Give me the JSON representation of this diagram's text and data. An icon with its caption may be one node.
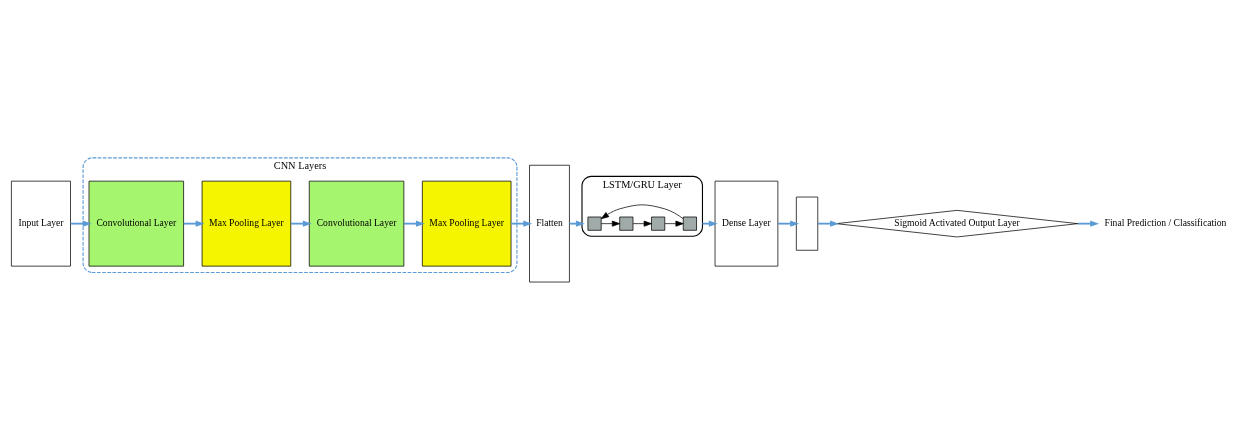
{
  "diagram": {
    "nodes": [
      {
        "text": [
          "Input Layer"
        ]
      },
      {
        "text": [
          "CNN Layers"
        ]
      },
      {
        "text": [
          "Convolutional Layer"
        ],
        "in": 1
      },
      {
        "text": [
          "Max Pooling Layer"
        ],
        "in": 1
      },
      {
        "text": [
          "Convolutional Layer"
        ],
        "in": 1
      },
      {
        "text": [
          "Max Pooling Layer"
        ],
        "in": 1
      },
      {
        "text": [
          "Flatten"
        ]
      },
      {
        "text": [
          "LSTM/GRU Layer"
        ]
      },
      {
        "text": [],
        "shape": "box",
        "in": 7
      },
      {
        "text": [],
        "shape": "box",
        "in": 7
      },
      {
        "text": [],
        "shape": "box",
        "in": 7
      },
      {
        "text": [],
        "shape": "box",
        "in": 7
      },
      {
        "text": [
          "Dense Layer"
        ]
      },
      {
        "text": [],
        "shape": "box"
      },
      {
        "text": [
          "Sigmoid Activated Output Layer"
        ]
      },
      {
        "text": [
          "Final Prediction / Classification"
        ]
      }
    ],
    "edges": [
      {
        "from": 0,
        "to": 2,
        "arrow": "to"
      },
      {
        "from": 2,
        "to": 3,
        "arrow": "to"
      },
      {
        "from": 3,
        "to": 4,
        "arrow": "to"
      },
      {
        "from": 4,
        "to": 5,
        "arrow": "to"
      },
      {
        "from": 5,
        "to": 6,
        "arrow": "to"
      },
      {
        "from": 6,
        "to": 7,
        "arrow": "to"
      },
      {
        "from": 8,
        "to": 9,
        "arrow": "to",
        "color": "#000000"
      },
      {
        "from": 9,
        "to": 10,
        "arrow": "to",
        "color": "#000000"
      },
      {
        "from": 10,
        "to": 11,
        "arrow": "to",
        "color": "#000000"
      },
      {
        "from": 11,
        "to": 8,
        "arrow": "to",
        "color": "#000000"
      },
      {
        "from": 7,
        "to": 12,
        "arrow": "to"
      },
      {
        "from": 12,
        "to": 13,
        "arrow": "to"
      },
      {
        "from": 13,
        "to": 14,
        "arrow": "to"
      },
      {
        "from": 14,
        "to": 15,
        "arrow": "to"
      }
    ]
  }
}
